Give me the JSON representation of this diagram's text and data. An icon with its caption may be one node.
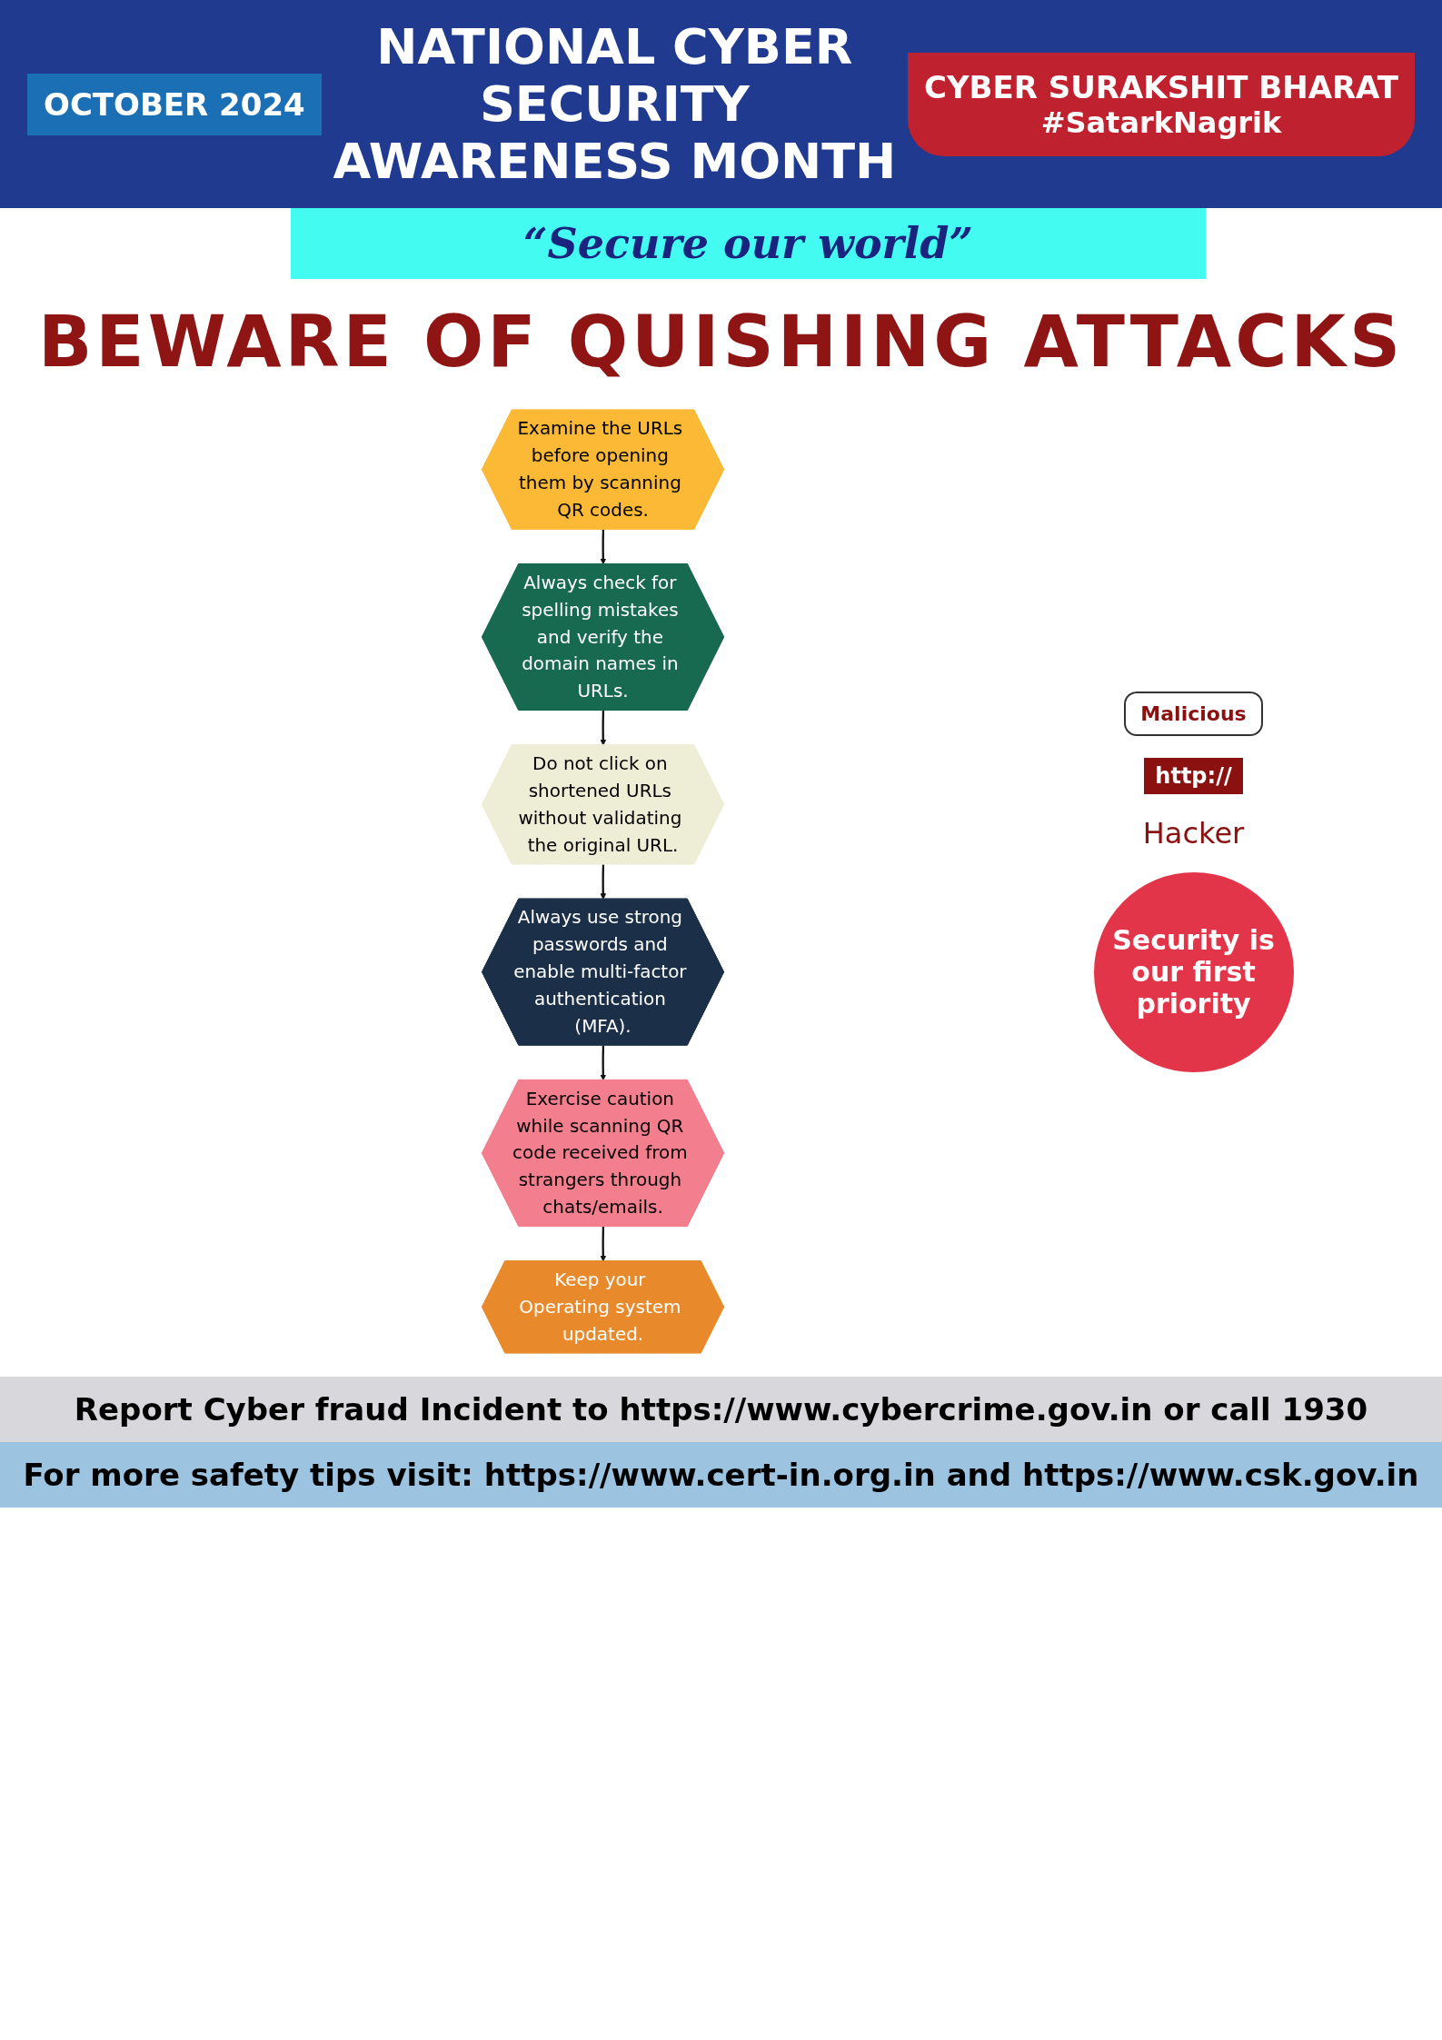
{
  "diagram": {
    "title": "BEWARE OF QUISHING ATTACKS",
    "nodes": [
      {
        "text": [
          "Examine the URLs before opening them by scanning QR codes."
        ]
      },
      {
        "text": [
          "Keep your Operating system updated."
        ]
      },
      {
        "text": [
          "Always check for spelling mistakes and verify the domain names in URLs."
        ]
      },
      {
        "text": [
          "Exercise caution while scanning QR code received from strangers through chats/emails."
        ]
      },
      {
        "text": [
          "Do not click on shortened URLs without validating the original URL."
        ]
      },
      {
        "text": [
          "Always use strong passwords and enable multi-factor authentication (MFA)."
        ]
      }
    ],
    "edges": [
      {
        "from": 0,
        "to": 2,
        "arrow": "to"
      },
      {
        "from": 2,
        "to": 4,
        "arrow": "to"
      },
      {
        "from": 4,
        "to": 5,
        "arrow": "to"
      },
      {
        "from": 5,
        "to": 3,
        "arrow": "to"
      },
      {
        "from": 3,
        "to": 1,
        "arrow": "to"
      }
    ],
    "labels": [
      "OCTOBER 2024",
      "NATIONAL CYBER SECURITY AWARENESS MONTH",
      "“Secure our world”",
      "CYBER SURAKSHIT BHARAT",
      "#SatarkNagrik",
      "Malicious",
      "http://",
      "Hacker",
      "Security is our first priority",
      "Report Cyber fraud Incident to https://www.cybercrime.gov.in or call 1930",
      "For more safety tips visit: https://www.cert-in.org.in and https://www.csk.gov.in"
    ]
  }
}
